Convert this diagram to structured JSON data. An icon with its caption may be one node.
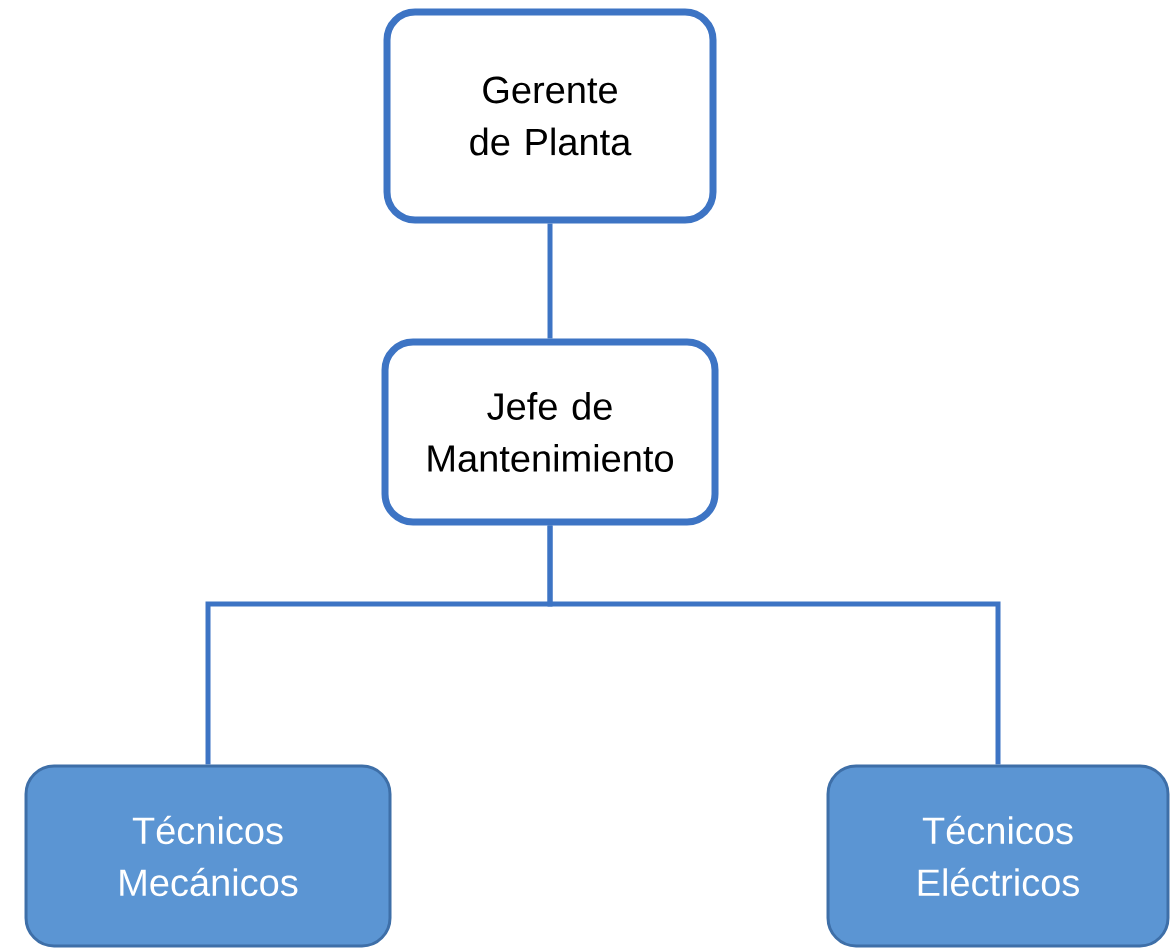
{
  "diagram": {
    "nodes": [
      {
        "text": [
          "Gerente de Planta"
        ]
      },
      {
        "text": [
          "Jefe de Mantenimiento"
        ]
      },
      {
        "text": [
          "Técnicos Mecánicos"
        ]
      },
      {
        "text": [
          "Técnicos Eléctricos"
        ]
      }
    ],
    "edges": [
      {
        "from": 0,
        "to": 1,
        "arrow": "none"
      },
      {
        "from": 1,
        "to": 2,
        "arrow": "none"
      },
      {
        "from": 1,
        "to": 3,
        "arrow": "none"
      }
    ]
  }
}
